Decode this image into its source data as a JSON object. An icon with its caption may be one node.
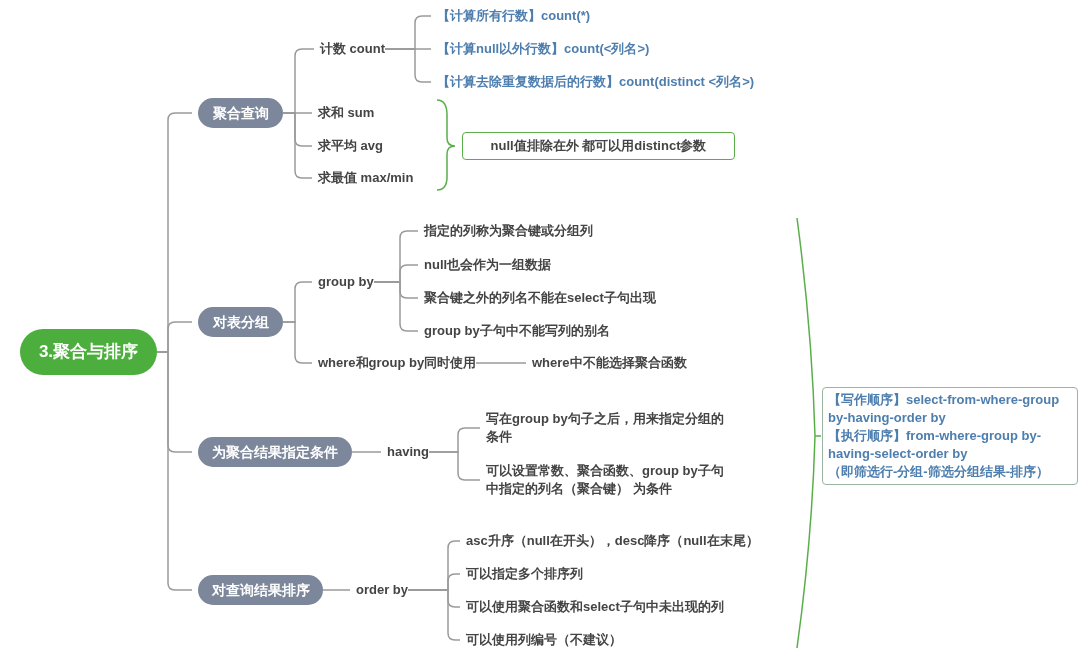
{
  "diagram": {
    "nodes": [
      {
        "text": [
          "3.聚合与排序"
        ]
      },
      {
        "text": [
          "聚合查询"
        ]
      },
      {
        "text": [
          "计数 count"
        ]
      },
      {
        "text": [
          "【计算所有行数】count(*)"
        ]
      },
      {
        "text": [
          "【计算null以外行数】count(<列名>)"
        ]
      },
      {
        "text": [
          "【计算去除重复数据后的行数】count(distinct <列名>)"
        ]
      },
      {
        "text": [
          "求和 sum"
        ]
      },
      {
        "text": [
          "求平均 avg"
        ]
      },
      {
        "text": [
          "求最值 max/min"
        ]
      },
      {
        "text": [
          "null值排除在外  都可以用distinct参数"
        ]
      },
      {
        "text": [
          "对表分组"
        ]
      },
      {
        "text": [
          "group by"
        ]
      },
      {
        "text": [
          "指定的列称为聚合键或分组列"
        ]
      },
      {
        "text": [
          "null也会作为一组数据"
        ]
      },
      {
        "text": [
          "聚合键之外的列名不能在select子句出现"
        ]
      },
      {
        "text": [
          "group by子句中不能写列的别名"
        ]
      },
      {
        "text": [
          "where和group by同时使用"
        ]
      },
      {
        "text": [
          "where中不能选择聚合函数"
        ]
      },
      {
        "text": [
          "为聚合结果指定条件"
        ]
      },
      {
        "text": [
          "having"
        ]
      },
      {
        "text": [
          "写在group by句子之后，用来指定分组的条件"
        ]
      },
      {
        "text": [
          "可以设置常数、聚合函数、group by子句中指定的列名（聚合键） 为条件"
        ]
      },
      {
        "text": [
          "对查询结果排序"
        ]
      },
      {
        "text": [
          "order by"
        ]
      },
      {
        "text": [
          "asc升序（null在开头），desc降序（null在末尾）"
        ]
      },
      {
        "text": [
          "可以指定多个排序列"
        ]
      },
      {
        "text": [
          "可以使用聚合函数和select子句中未出现的列"
        ]
      },
      {
        "text": [
          "可以使用列编号（不建议）"
        ]
      },
      {
        "text": [
          "【写作顺序】select-from-where-group by-having-order by",
          "【执行顺序】from-where-group by-having-select-order by",
          "（即筛选行-分组-筛选分组结果-排序）"
        ]
      }
    ],
    "edges": [
      {
        "from": 0,
        "to": 1,
        "arrow": "none"
      },
      {
        "from": 0,
        "to": 10,
        "arrow": "none"
      },
      {
        "from": 0,
        "to": 18,
        "arrow": "none"
      },
      {
        "from": 0,
        "to": 22,
        "arrow": "none"
      },
      {
        "from": 1,
        "to": 2,
        "arrow": "none"
      },
      {
        "from": 1,
        "to": 6,
        "arrow": "none"
      },
      {
        "from": 1,
        "to": 7,
        "arrow": "none"
      },
      {
        "from": 1,
        "to": 8,
        "arrow": "none"
      },
      {
        "from": 2,
        "to": 3,
        "arrow": "none"
      },
      {
        "from": 2,
        "to": 4,
        "arrow": "none"
      },
      {
        "from": 2,
        "to": 5,
        "arrow": "none"
      },
      {
        "from": 10,
        "to": 11,
        "arrow": "none"
      },
      {
        "from": 10,
        "to": 16,
        "arrow": "none"
      },
      {
        "from": 11,
        "to": 12,
        "arrow": "none"
      },
      {
        "from": 11,
        "to": 13,
        "arrow": "none"
      },
      {
        "from": 11,
        "to": 14,
        "arrow": "none"
      },
      {
        "from": 11,
        "to": 15,
        "arrow": "none"
      },
      {
        "from": 16,
        "to": 17,
        "arrow": "none"
      },
      {
        "from": 18,
        "to": 19,
        "arrow": "none"
      },
      {
        "from": 19,
        "to": 20,
        "arrow": "none"
      },
      {
        "from": 19,
        "to": 21,
        "arrow": "none"
      },
      {
        "from": 22,
        "to": 23,
        "arrow": "none"
      },
      {
        "from": 23,
        "to": 24,
        "arrow": "none"
      },
      {
        "from": 23,
        "to": 25,
        "arrow": "none"
      },
      {
        "from": 23,
        "to": 26,
        "arrow": "none"
      },
      {
        "from": 23,
        "to": 27,
        "arrow": "none"
      }
    ]
  }
}
